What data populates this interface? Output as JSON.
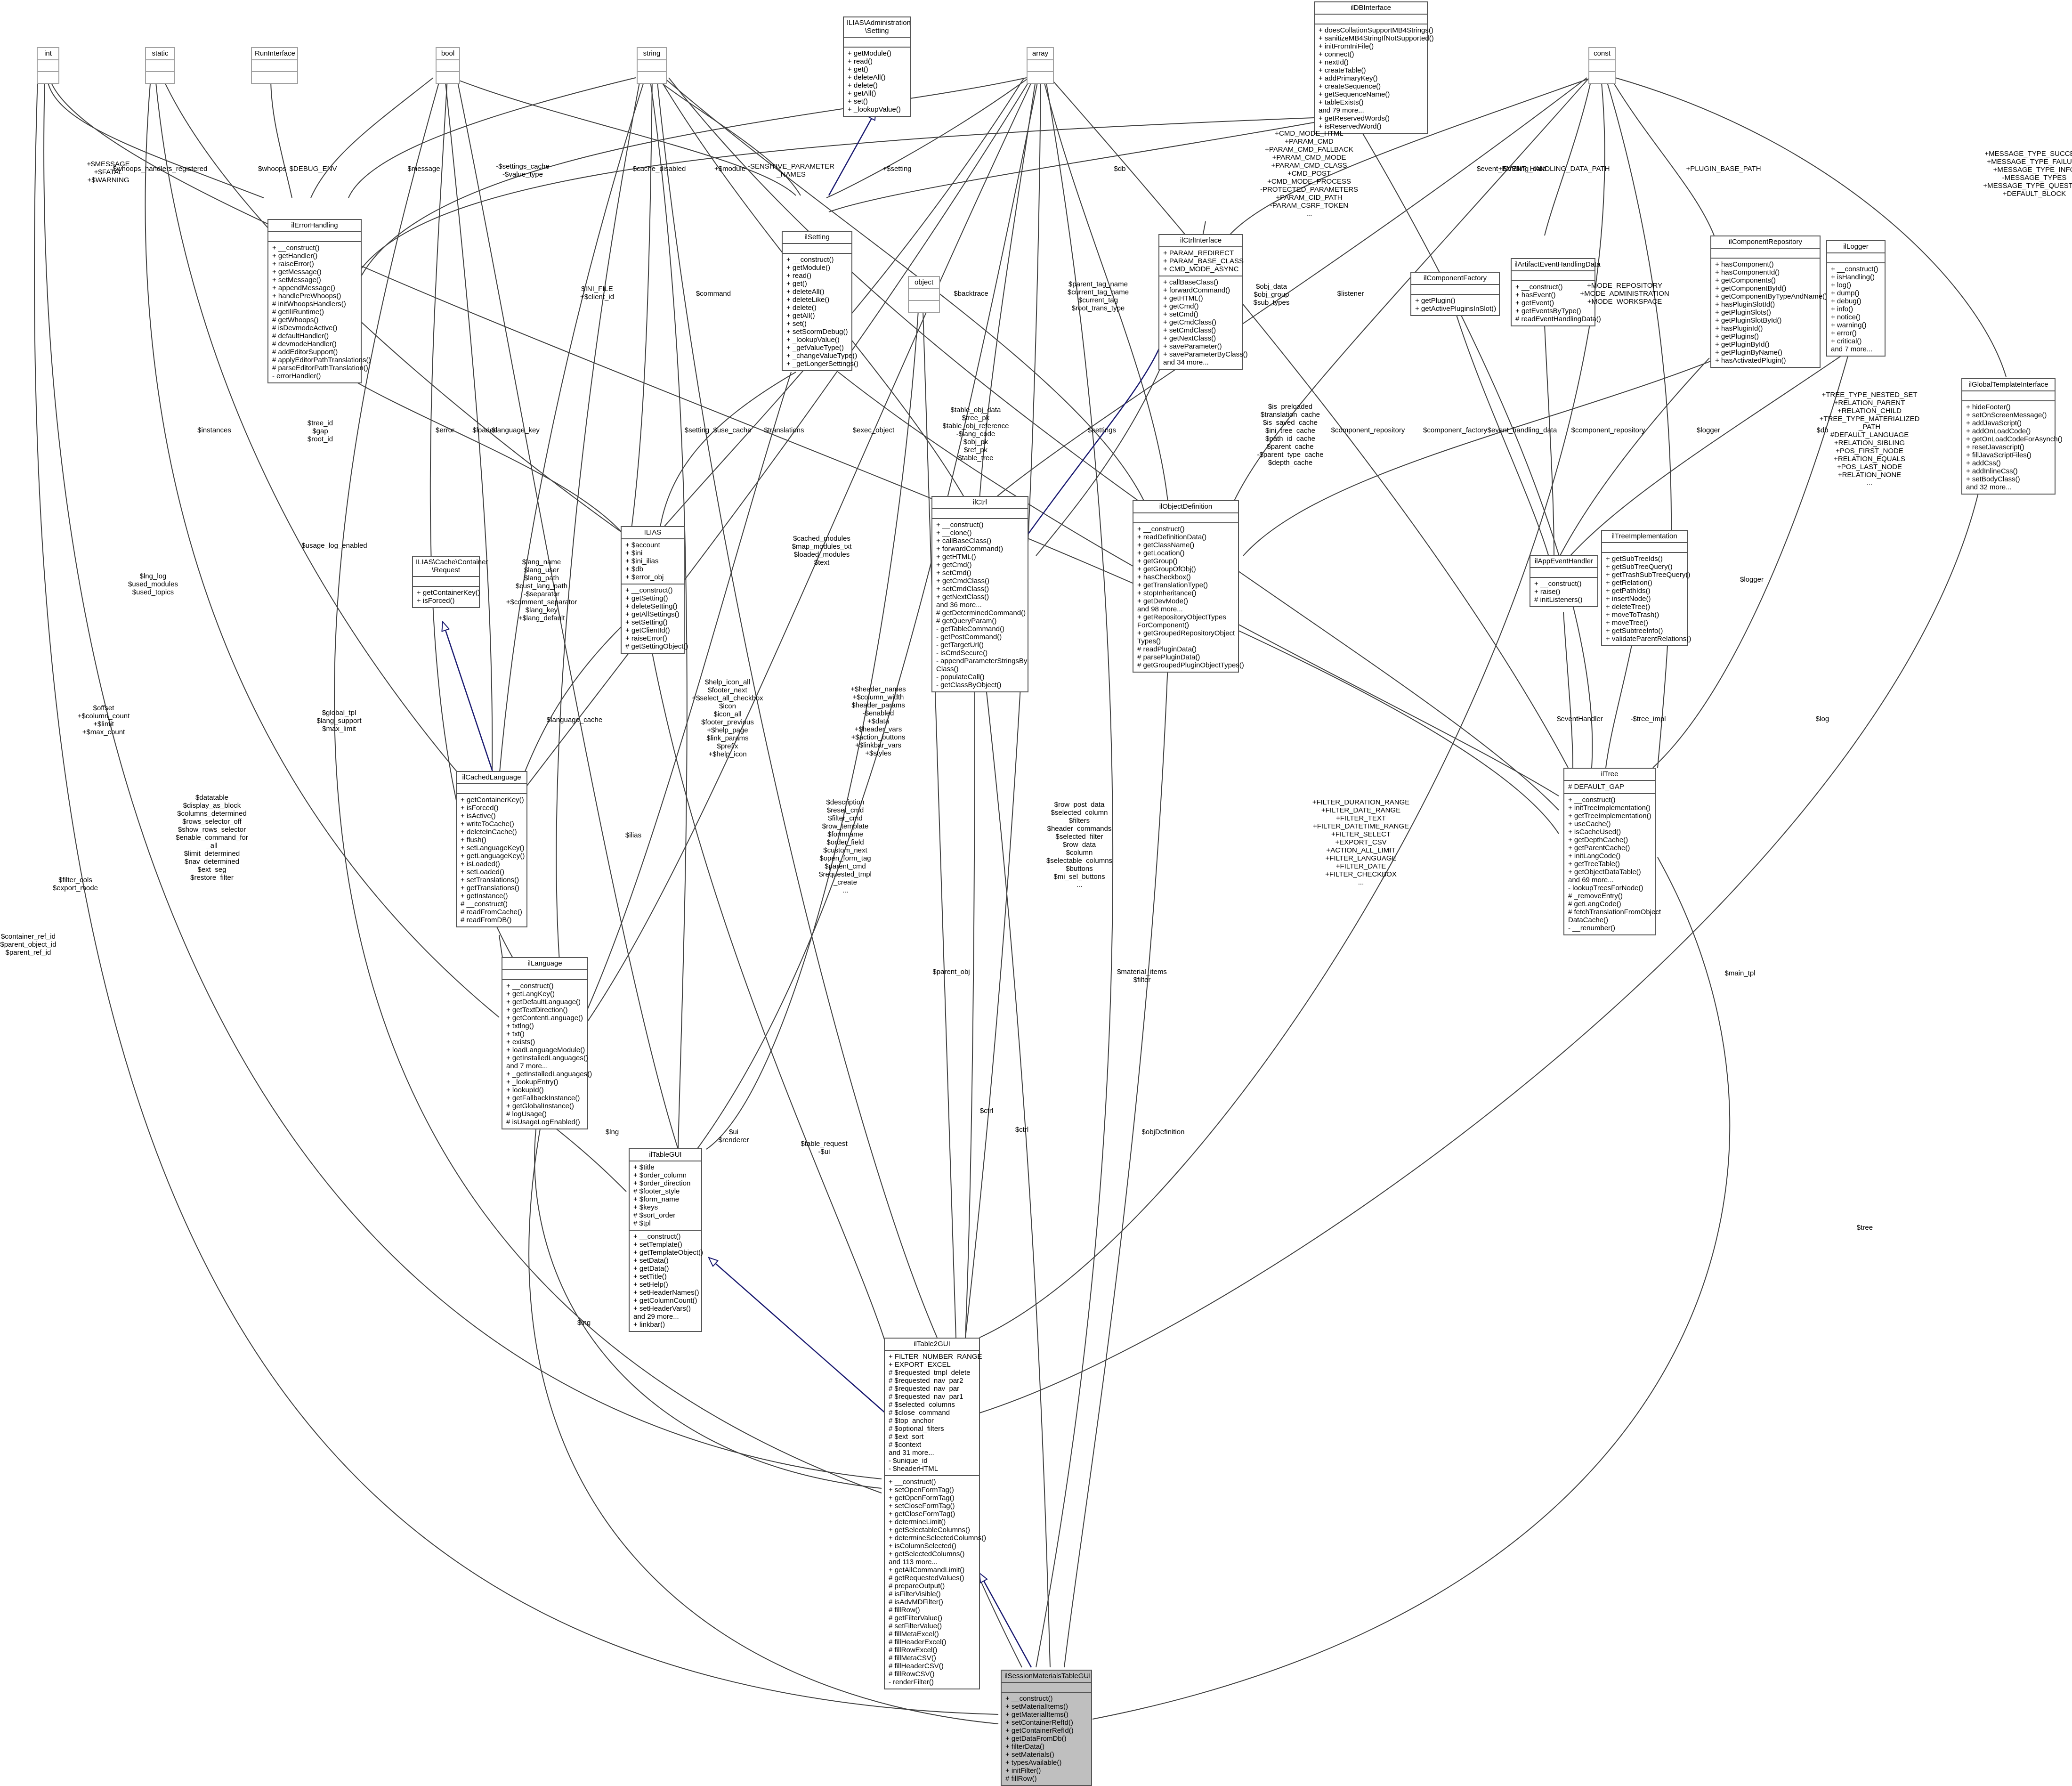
{
  "colors": {
    "edge": "#404040",
    "inherit": "#191970",
    "main_fill": "#bfbfbf",
    "box_border": "#555555"
  },
  "classes": {
    "int": {
      "name": "int"
    },
    "static": {
      "name": "static"
    },
    "runinterface": {
      "name": "RunInterface"
    },
    "bool": {
      "name": "bool"
    },
    "string": {
      "name": "string"
    },
    "admin_setting": {
      "name": "ILIAS\\Administration\n\\Setting",
      "attrs": [],
      "methods": [
        "+ getModule()",
        "+ read()",
        "+ get()",
        "+ deleteAll()",
        "+ delete()",
        "+ getAll()",
        "+ set()",
        "+ _lookupValue()"
      ]
    },
    "array": {
      "name": "array"
    },
    "dbinterface": {
      "name": "ilDBInterface",
      "attrs": [],
      "methods": [
        "+ doesCollationSupportMB4Strings()",
        "+ sanitizeMB4StringIfNotSupported()",
        "+ initFromIniFile()",
        "+ connect()",
        "+ nextId()",
        "+ createTable()",
        "+ addPrimaryKey()",
        "+ createSequence()",
        "+ getSequenceName()",
        "+ tableExists()",
        "and 79 more...",
        "+ getReservedWords()",
        "+ isReservedWord()"
      ]
    },
    "const": {
      "name": "const"
    },
    "errorhandling": {
      "name": "ilErrorHandling",
      "attrs": [],
      "methods": [
        "+ __construct()",
        "+ getHandler()",
        "+ raiseError()",
        "+ getMessage()",
        "+ setMessage()",
        "+ appendMessage()",
        "+ handlePreWhoops()",
        "# initWhoopsHandlers()",
        "# getIliRuntime()",
        "# getWhoops()",
        "# isDevmodeActive()",
        "# defaultHandler()",
        "# devmodeHandler()",
        "# addEditorSupport()",
        "# applyEditorPathTranslations()",
        "# parseEditorPathTranslation()",
        "- errorHandler()"
      ]
    },
    "setting": {
      "name": "ilSetting",
      "attrs": [],
      "methods": [
        "+ __construct()",
        "+ getModule()",
        "+ read()",
        "+ get()",
        "+ deleteAll()",
        "+ deleteLike()",
        "+ delete()",
        "+ getAll()",
        "+ set()",
        "+ setScormDebug()",
        "+ _lookupValue()",
        "+ _getValueType()",
        "+ _changeValueType()",
        "+ _getLongerSettings()"
      ]
    },
    "object": {
      "name": "object"
    },
    "ctrlinterface": {
      "name": "ilCtrlInterface",
      "attrs": [
        "+ PARAM_REDIRECT",
        "+ PARAM_BASE_CLASS",
        "+ CMD_MODE_ASYNC"
      ],
      "methods": [
        "+ callBaseClass()",
        "+ forwardCommand()",
        "+ getHTML()",
        "+ getCmd()",
        "+ setCmd()",
        "+ getCmdClass()",
        "+ setCmdClass()",
        "+ getNextClass()",
        "+ saveParameter()",
        "+ saveParameterByClass()",
        "and 34 more..."
      ]
    },
    "componentfactory": {
      "name": "ilComponentFactory",
      "attrs": [],
      "methods": [
        "+ getPlugin()",
        "+ getActivePluginsInSlot()"
      ]
    },
    "artifacteventhandlingdata": {
      "name": "ilArtifactEventHandlingData",
      "attrs": [],
      "methods": [
        "+ __construct()",
        "+ hasEvent()",
        "+ getEvent()",
        "+ getEventsByType()",
        "# readEventHandlingData()"
      ]
    },
    "componentrepository": {
      "name": "ilComponentRepository",
      "attrs": [],
      "methods": [
        "+ hasComponent()",
        "+ hasComponentId()",
        "+ getComponents()",
        "+ getComponentById()",
        "+ getComponentByTypeAndName()",
        "+ hasPluginSlotId()",
        "+ getPluginSlots()",
        "+ getPluginSlotById()",
        "+ hasPluginId()",
        "+ getPlugins()",
        "+ getPluginById()",
        "+ getPluginByName()",
        "+ hasActivatedPlugin()"
      ]
    },
    "logger": {
      "name": "ilLogger",
      "attrs": [],
      "methods": [
        "+ __construct()",
        "+ isHandling()",
        "+ log()",
        "+ dump()",
        "+ debug()",
        "+ info()",
        "+ notice()",
        "+ warning()",
        "+ error()",
        "+ critical()",
        "and 7 more..."
      ]
    },
    "globaltemplateinterface": {
      "name": "ilGlobalTemplateInterface",
      "attrs": [],
      "methods": [
        "+ hideFooter()",
        "+ setOnScreenMessage()",
        "+ addJavaScript()",
        "+ addOnLoadCode()",
        "+ getOnLoadCodeForAsynch()",
        "+ resetJavascript()",
        "+ fillJavaScriptFiles()",
        "+ addCss()",
        "+ addInlineCss()",
        "+ setBodyClass()",
        "and 32 more..."
      ]
    },
    "ilias": {
      "name": "ILIAS",
      "attrs": [
        "+ $account",
        "+ $ini",
        "+ $ini_ilias",
        "+ $db",
        "+ $error_obj"
      ],
      "methods": [
        "+ __construct()",
        "+ getSetting()",
        "+ deleteSetting()",
        "+ getAllSettings()",
        "+ setSetting()",
        "+ getClientId()",
        "+ raiseError()",
        "# getSettingObject()"
      ]
    },
    "cachecontainer_request": {
      "name": "ILIAS\\Cache\\Container\n\\Request",
      "attrs": [],
      "methods": [
        "+ getContainerKey()",
        "+ isForced()"
      ]
    },
    "ctrl": {
      "name": "ilCtrl",
      "attrs": [],
      "methods": [
        "+ __construct()",
        "+ __clone()",
        "+ callBaseClass()",
        "+ forwardCommand()",
        "+ getHTML()",
        "+ getCmd()",
        "+ setCmd()",
        "+ getCmdClass()",
        "+ setCmdClass()",
        "+ getNextClass()",
        "and 36 more...",
        "# getDeterminedCommand()",
        "# getQueryParam()",
        "- getTableCommand()",
        "- getPostCommand()",
        "- getTargetUrl()",
        "- isCmdSecure()",
        "- appendParameterStringsBy",
        "Class()",
        "- populateCall()",
        "- getClassByObject()"
      ]
    },
    "objectdefinition": {
      "name": "ilObjectDefinition",
      "attrs": [],
      "methods": [
        "+ __construct()",
        "+ readDefinitionData()",
        "+ getClassName()",
        "+ getLocation()",
        "+ getGroup()",
        "+ getGroupOfObj()",
        "+ hasCheckbox()",
        "+ getTranslationType()",
        "+ stopInheritance()",
        "+ getDevMode()",
        "and 98 more...",
        "+ getRepositoryObjectTypes",
        "ForComponent()",
        "+ getGroupedRepositoryObject",
        "Types()",
        "# readPluginData()",
        "# parsePluginData()",
        "# getGroupedPluginObjectTypes()"
      ]
    },
    "appeventhandler": {
      "name": "ilAppEventHandler",
      "attrs": [],
      "methods": [
        "+ __construct()",
        "+ raise()",
        "# initListeners()"
      ]
    },
    "treeimplementation": {
      "name": "ilTreeImplementation",
      "attrs": [],
      "methods": [
        "+ getSubTreeIds()",
        "+ getSubTreeQuery()",
        "+ getTrashSubTreeQuery()",
        "+ getRelation()",
        "+ getPathIds()",
        "+ insertNode()",
        "+ deleteTree()",
        "+ moveToTrash()",
        "+ moveTree()",
        "+ getSubtreeInfo()",
        "+ validateParentRelations()"
      ]
    },
    "cachedlanguage": {
      "name": "ilCachedLanguage",
      "attrs": [],
      "methods": [
        "+ getContainerKey()",
        "+ isForced()",
        "+ isActive()",
        "+ writeToCache()",
        "+ deleteInCache()",
        "+ flush()",
        "+ setLanguageKey()",
        "+ getLanguageKey()",
        "+ isLoaded()",
        "+ setLoaded()",
        "+ setTranslations()",
        "+ getTranslations()",
        "+ getInstance()",
        "# __construct()",
        "# readFromCache()",
        "# readFromDB()"
      ]
    },
    "tree": {
      "name": "ilTree",
      "attrs": [
        "# DEFAULT_GAP"
      ],
      "methods": [
        "+ __construct()",
        "+ initTreeImplementation()",
        "+ getTreeImplementation()",
        "+ useCache()",
        "+ isCacheUsed()",
        "+ getDepthCache()",
        "+ getParentCache()",
        "+ initLangCode()",
        "+ getTreeTable()",
        "+ getObjectDataTable()",
        "and 69 more...",
        "- lookupTreesForNode()",
        "# _removeEntry()",
        "# getLangCode()",
        "# fetchTranslationFromObject",
        "DataCache()",
        "- __renumber()"
      ]
    },
    "language": {
      "name": "ilLanguage",
      "attrs": [],
      "methods": [
        "+ __construct()",
        "+ getLangKey()",
        "+ getDefaultLanguage()",
        "+ getTextDirection()",
        "+ getContentLanguage()",
        "+ txtlng()",
        "+ txt()",
        "+ exists()",
        "+ loadLanguageModule()",
        "+ getInstalledLanguages()",
        "and 7 more...",
        "+ _getInstalledLanguages()",
        "+ _lookupEntry()",
        "+ lookupId()",
        "+ getFallbackInstance()",
        "+ getGlobalInstance()",
        "# logUsage()",
        "# isUsageLogEnabled()"
      ]
    },
    "tablegui": {
      "name": "ilTableGUI",
      "attrs": [
        "+ $title",
        "+ $order_column",
        "+ $order_direction",
        "# $footer_style",
        "+ $form_name",
        "+ $keys",
        "# $sort_order",
        "# $tpl"
      ],
      "methods": [
        "+ __construct()",
        "+ setTemplate()",
        "+ getTemplateObject()",
        "+ setData()",
        "+ getData()",
        "+ setTitle()",
        "+ setHelp()",
        "+ setHeaderNames()",
        "+ getColumnCount()",
        "+ setHeaderVars()",
        "and 29 more...",
        "+ linkbar()"
      ]
    },
    "table2gui": {
      "name": "ilTable2GUI",
      "attrs": [
        "+ FILTER_NUMBER_RANGE",
        "+ EXPORT_EXCEL",
        "# $requested_tmpl_delete",
        "# $requested_nav_par2",
        "# $requested_nav_par",
        "# $requested_nav_par1",
        "# $selected_columns",
        "# $close_command",
        "# $top_anchor",
        "# $optional_filters",
        "# $ext_sort",
        "# $context",
        "and 31 more...",
        "- $unique_id",
        "- $headerHTML"
      ],
      "methods": [
        "+ __construct()",
        "+ setOpenFormTag()",
        "+ getOpenFormTag()",
        "+ setCloseFormTag()",
        "+ getCloseFormTag()",
        "+ determineLimit()",
        "+ getSelectableColumns()",
        "+ determineSelectedColumns()",
        "+ isColumnSelected()",
        "+ getSelectedColumns()",
        "and 113 more...",
        "+ getAllCommandLimit()",
        "# getRequestedValues()",
        "# prepareOutput()",
        "# isFilterVisible()",
        "# isAdvMDFilter()",
        "# fillRow()",
        "# getFilterValue()",
        "# setFilterValue()",
        "# fillMetaExcel()",
        "# fillHeaderExcel()",
        "# fillRowExcel()",
        "# fillMetaCSV()",
        "# fillHeaderCSV()",
        "# fillRowCSV()",
        "- renderFilter()"
      ]
    },
    "main": {
      "name": "ilSessionMaterialsTableGUI",
      "attrs": [],
      "methods": [
        "+ __construct()",
        "+ setMaterialItems()",
        "+ getMaterialItems()",
        "+ setContainerRefId()",
        "+ getContainerRefId()",
        "+ getDataFromDb()",
        "+ filterData()",
        "+ setMaterials()",
        "+ typesAvailable()",
        "+ initFilter()",
        "# fillRow()"
      ]
    }
  },
  "edge_labels": [
    {
      "id": "l1",
      "text": "+$MESSAGE\n+$FATAL\n+$WARNING"
    },
    {
      "id": "l2",
      "text": "$whoops_handlers_registered"
    },
    {
      "id": "l3",
      "text": "$whoops"
    },
    {
      "id": "l4",
      "text": "$DEBUG_ENV"
    },
    {
      "id": "l5",
      "text": "$message"
    },
    {
      "id": "l6",
      "text": "-$settings_cache\n-$value_type"
    },
    {
      "id": "l7",
      "text": "$cache_disabled"
    },
    {
      "id": "l8",
      "text": "+$module"
    },
    {
      "id": "l9",
      "text": "-SENSITIVE_PARAMETER\n_NAMES"
    },
    {
      "id": "l10",
      "text": "+$setting"
    },
    {
      "id": "l11",
      "text": "$db"
    },
    {
      "id": "l12",
      "text": "+CMD_MODE_HTML\n+PARAM_CMD\n+PARAM_CMD_FALLBACK\n+PARAM_CMD_MODE\n+PARAM_CMD_CLASS\n+CMD_POST\n+CMD_MODE_PROCESS\n-PROTECTED_PARAMETERS\n+PARAM_CID_PATH\n-PARAM_CSRF_TOKEN\n..."
    },
    {
      "id": "l13",
      "text": "$event_handling_data"
    },
    {
      "id": "l14",
      "text": "+EVENT_HANDLING_DATA_PATH"
    },
    {
      "id": "l15",
      "text": "+PLUGIN_BASE_PATH"
    },
    {
      "id": "l16",
      "text": "+MESSAGE_TYPE_SUCCESS\n+MESSAGE_TYPE_FAILURE\n+MESSAGE_TYPE_INFO\n-MESSAGE_TYPES\n+MESSAGE_TYPE_QUESTION\n+DEFAULT_BLOCK"
    },
    {
      "id": "l17",
      "text": "$INI_FILE\n+$client_id"
    },
    {
      "id": "l18",
      "text": "$command"
    },
    {
      "id": "l19",
      "text": "$backtrace"
    },
    {
      "id": "l20",
      "text": "$parent_tag_name\n$current_tag_name\n$current_tag\n$root_trans_type"
    },
    {
      "id": "l21",
      "text": "$obj_data\n$obj_group\n$sub_types"
    },
    {
      "id": "l22",
      "text": "$listener"
    },
    {
      "id": "l23",
      "text": "+MODE_REPOSITORY\n+MODE_ADMINISTRATION\n+MODE_WORKSPACE"
    },
    {
      "id": "l24",
      "text": "$instances"
    },
    {
      "id": "l25",
      "text": "$tree_id\n$gap\n$root_id"
    },
    {
      "id": "l26",
      "text": "$error"
    },
    {
      "id": "l27",
      "text": "$loaded"
    },
    {
      "id": "l28",
      "text": "$language_key"
    },
    {
      "id": "l29",
      "text": "$setting"
    },
    {
      "id": "l30",
      "text": "$use_cache"
    },
    {
      "id": "l31",
      "text": "$translations"
    },
    {
      "id": "l32",
      "text": "$exec_object"
    },
    {
      "id": "l33",
      "text": "$table_obj_data\n$tree_pk\n$table_obj_reference\n-$lang_code\n$obj_pk\n$ref_pk\n$table_tree"
    },
    {
      "id": "l34",
      "text": "$settings"
    },
    {
      "id": "l35",
      "text": "$is_preloaded\n$translation_cache\n$is_saved_cache\n$ini_tree_cache\n$path_id_cache\n$parent_cache\n-$parent_type_cache\n$depth_cache"
    },
    {
      "id": "l36",
      "text": "$component_repository"
    },
    {
      "id": "l37",
      "text": "$component_factory"
    },
    {
      "id": "l38",
      "text": "-$event_handling_data"
    },
    {
      "id": "l39",
      "text": "$component_repository"
    },
    {
      "id": "l40",
      "text": "$logger"
    },
    {
      "id": "l41",
      "text": "$db"
    },
    {
      "id": "l42",
      "text": "+TREE_TYPE_NESTED_SET\n+RELATION_PARENT\n+RELATION_CHILD\n+TREE_TYPE_MATERIALIZED\n_PATH\n#DEFAULT_LANGUAGE\n+RELATION_SIBLING\n+POS_FIRST_NODE\n+RELATION_EQUALS\n+POS_LAST_NODE\n+RELATION_NONE\n..."
    },
    {
      "id": "l43",
      "text": "$lng_log\n$used_modules\n$used_topics"
    },
    {
      "id": "l44",
      "text": "$usage_log_enabled"
    },
    {
      "id": "l45",
      "text": "$lang_name\n$lang_user\n$lang_path\n$cust_lang_path\n-$separator\n+$comment_separator\n$lang_key\n+$lang_default"
    },
    {
      "id": "l46",
      "text": "$cached_modules\n$map_modules_txt\n$loaded_modules\n$text"
    },
    {
      "id": "l47",
      "text": "$logger"
    },
    {
      "id": "l48",
      "text": "$offset\n+$column_count\n+$limit\n+$max_count"
    },
    {
      "id": "l49",
      "text": "$global_tpl\n$lang_support\n$max_limit"
    },
    {
      "id": "l50",
      "text": "$language_cache"
    },
    {
      "id": "l51",
      "text": "$help_icon_all\n$footer_next\n+$select_all_checkbox\n$icon\n$icon_all\n$footer_previous\n+$help_page\n$link_params\n$prefix\n+$help_icon"
    },
    {
      "id": "l52",
      "text": "+$header_names\n+$column_width\n$header_params\n-$enabled\n+$data\n+$header_vars\n+$action_buttons\n+$linkbar_vars\n+$styles"
    },
    {
      "id": "l53",
      "text": "$row_post_data\n$selected_column\n$filters\n$header_commands\n$selected_filter\n$row_data\n$column\n$selectable_columns\n$buttons\n$mi_sel_buttons\n..."
    },
    {
      "id": "l54",
      "text": "+FILTER_DURATION_RANGE\n+FILTER_DATE_RANGE\n+FILTER_TEXT\n+FILTER_DATETIME_RANGE\n+FILTER_SELECT\n+EXPORT_CSV\n+ACTION_ALL_LIMIT\n+FILTER_LANGUAGE\n+FILTER_DATE\n+FILTER_CHECKBOX\n..."
    },
    {
      "id": "l55",
      "text": "$eventHandler"
    },
    {
      "id": "l56",
      "text": "-$tree_impl"
    },
    {
      "id": "l57",
      "text": "$log"
    },
    {
      "id": "l58",
      "text": "$datatable\n$display_as_block\n$columns_determined\n$rows_selector_off\n$show_rows_selector\n$enable_command_for\n_all\n$limit_determined\n$nav_determined\n$ext_seg\n$restore_filter"
    },
    {
      "id": "l59",
      "text": "$description\n$reset_cmd\n$filter_cmd\n$row_template\n$formname\n$order_field\n$custom_next\n$open_form_tag\n$parent_cmd\n$requested_tmpl\n_create\n..."
    },
    {
      "id": "l60",
      "text": "$ilias"
    },
    {
      "id": "l61",
      "text": "$parent_obj"
    },
    {
      "id": "l62",
      "text": "$filter_cols\n$export_mode"
    },
    {
      "id": "l63",
      "text": "$lng"
    },
    {
      "id": "l64",
      "text": "$table_request\n-$ui"
    },
    {
      "id": "l65",
      "text": "$ui\n$renderer"
    },
    {
      "id": "l66",
      "text": "$ctrl"
    },
    {
      "id": "l67",
      "text": "$ctrl"
    },
    {
      "id": "l68",
      "text": "$material_items\n$filter"
    },
    {
      "id": "l69",
      "text": "$objDefinition"
    },
    {
      "id": "l70",
      "text": "$main_tpl"
    },
    {
      "id": "l71",
      "text": "$tree"
    },
    {
      "id": "l72",
      "text": "$lng"
    },
    {
      "id": "l73",
      "text": "$container_ref_id\n$parent_object_id\n$parent_ref_id"
    }
  ]
}
